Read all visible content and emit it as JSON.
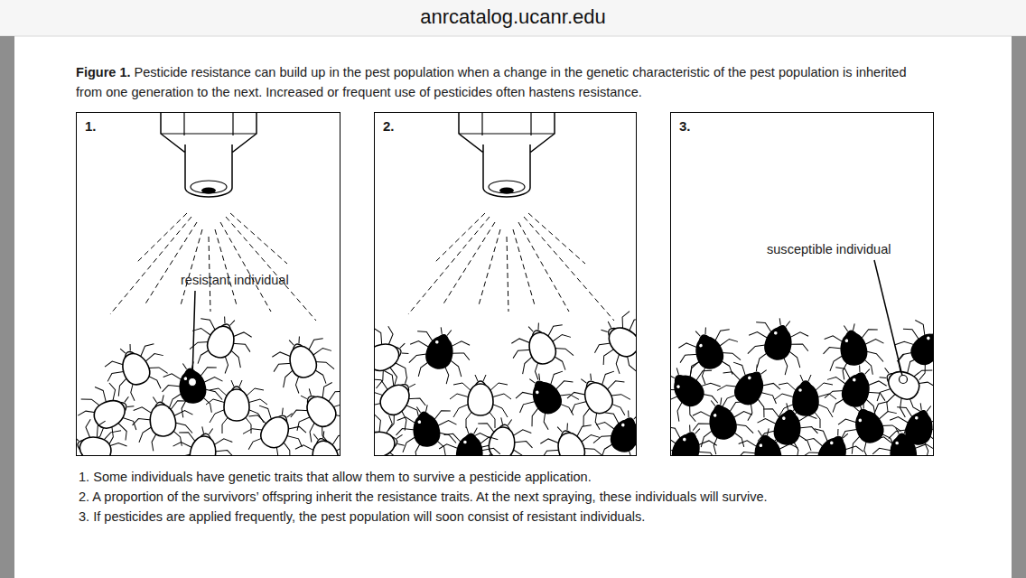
{
  "diagram": {
    "title": "Figure 1.",
    "caption": "Pesticide resistance can build up in the pest population when a change in the genetic characteristic of the pest population is inherited from one generation to the next. Increased or frequent use of pesticides often hastens resistance.",
    "nodes": [
      {
        "text": [
          "1.",
          "resistant individual"
        ]
      },
      {
        "text": [
          "2."
        ]
      },
      {
        "text": [
          "3.",
          "susceptible individual"
        ]
      }
    ],
    "labels": [
      "anrcatalog.ucanr.edu",
      "1. Some individuals have genetic traits that allow them to survive a pesticide application.",
      "2. A proportion of the survivors’ offspring inherit the resistance traits. At the next spraying, these individuals will survive.",
      "3. If pesticides are applied frequently, the pest population will soon consist of resistant individuals."
    ]
  }
}
